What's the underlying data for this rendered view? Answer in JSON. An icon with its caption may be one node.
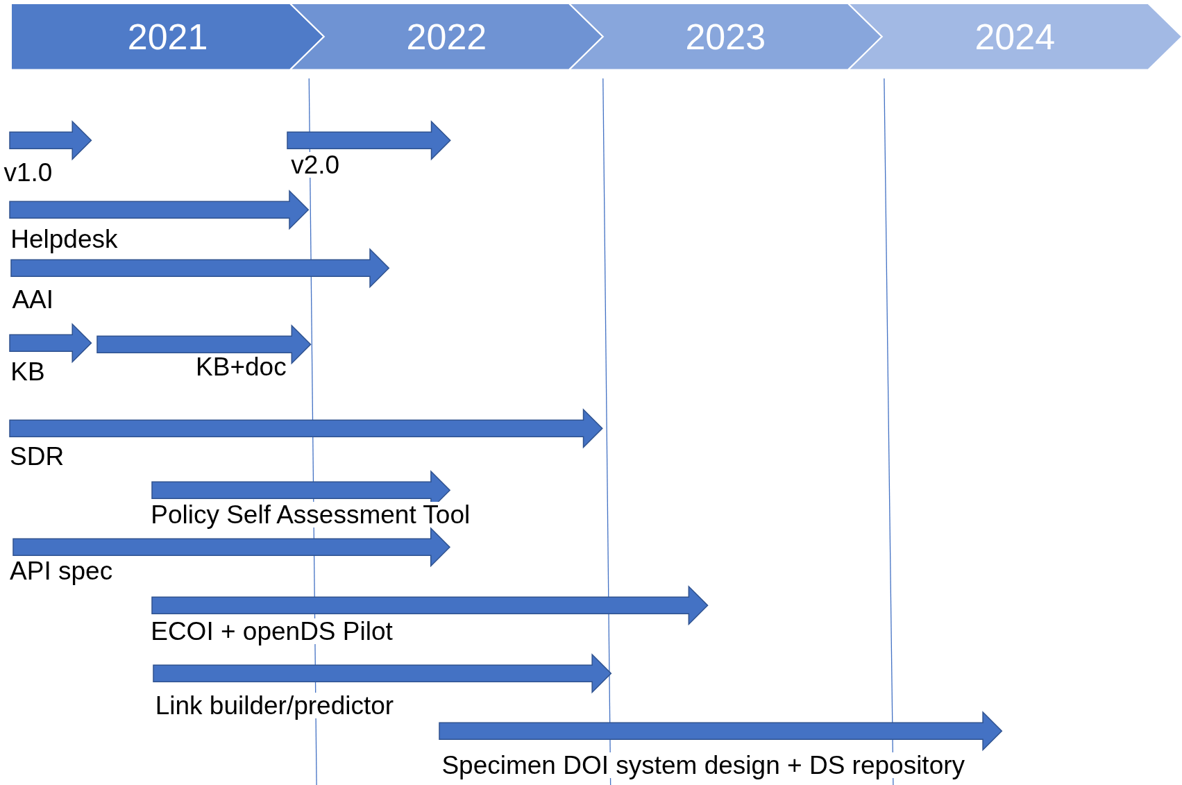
{
  "diagram": {
    "nodes": [
      {
        "text": [
          "2021"
        ]
      },
      {
        "text": [
          "2022"
        ]
      },
      {
        "text": [
          "2023"
        ]
      },
      {
        "text": [
          "2024"
        ]
      },
      {
        "text": [],
        "shape": "arrow",
        "beside": [
          "v1.0"
        ]
      },
      {
        "text": [],
        "shape": "arrow",
        "beside": [
          "v2.0"
        ]
      },
      {
        "text": [],
        "shape": "arrow",
        "beside": [
          "Helpdesk"
        ]
      },
      {
        "text": [],
        "shape": "arrow",
        "beside": [
          "AAI"
        ]
      },
      {
        "text": [],
        "shape": "arrow",
        "beside": [
          "KB"
        ]
      },
      {
        "text": [],
        "shape": "arrow",
        "beside": [
          "KB+doc"
        ]
      },
      {
        "text": [],
        "shape": "arrow",
        "beside": [
          "SDR"
        ]
      },
      {
        "text": [],
        "shape": "arrow",
        "beside": [
          "Policy Self Assessment Tool"
        ]
      },
      {
        "text": [],
        "shape": "arrow",
        "beside": [
          "API spec"
        ]
      },
      {
        "text": [],
        "shape": "arrow",
        "beside": [
          "ECOI + openDS Pilot"
        ]
      },
      {
        "text": [],
        "shape": "arrow",
        "beside": [
          "Link builder/predictor"
        ]
      },
      {
        "text": [],
        "shape": "arrow",
        "beside": [
          "Specimen DOI system design + DS repository"
        ]
      }
    ]
  }
}
